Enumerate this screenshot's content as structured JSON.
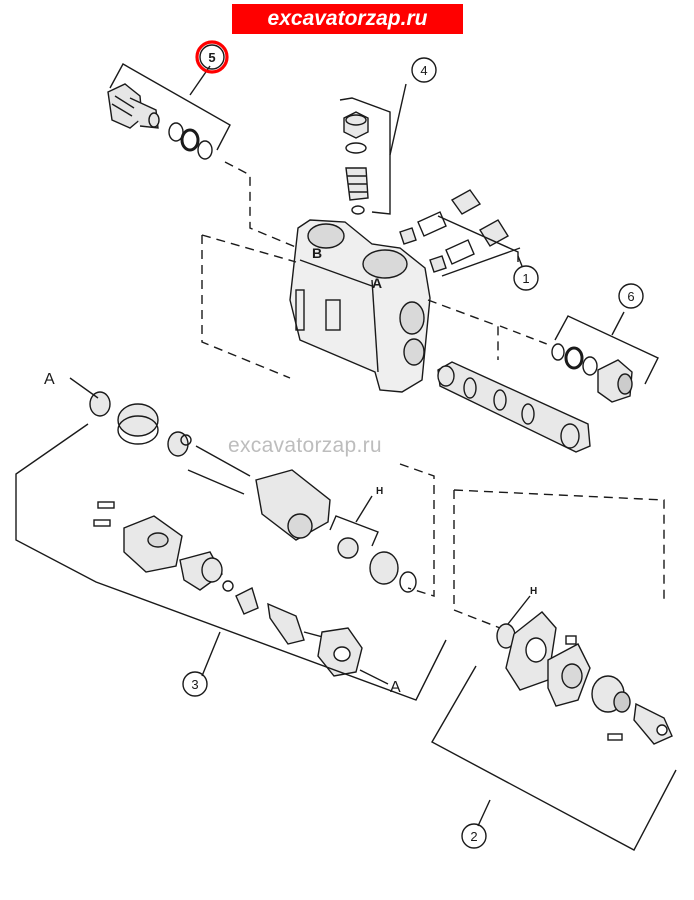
{
  "header": {
    "site_banner": "excavatorzap.ru"
  },
  "watermark": {
    "text": "excavatorzap.ru"
  },
  "callouts": {
    "c1": "1",
    "c2": "2",
    "c3": "3",
    "c4": "4",
    "c5": "5",
    "c6": "6"
  },
  "letters": {
    "a_top": "A",
    "a_bottom": "A",
    "h_left": "H",
    "h_right": "H",
    "b_body": "B",
    "a_body": "A"
  },
  "colors": {
    "banner": "#ff0000",
    "highlight": "#ff0000",
    "line": "#1a1a1a",
    "part_fill": "#e8e8e8"
  }
}
